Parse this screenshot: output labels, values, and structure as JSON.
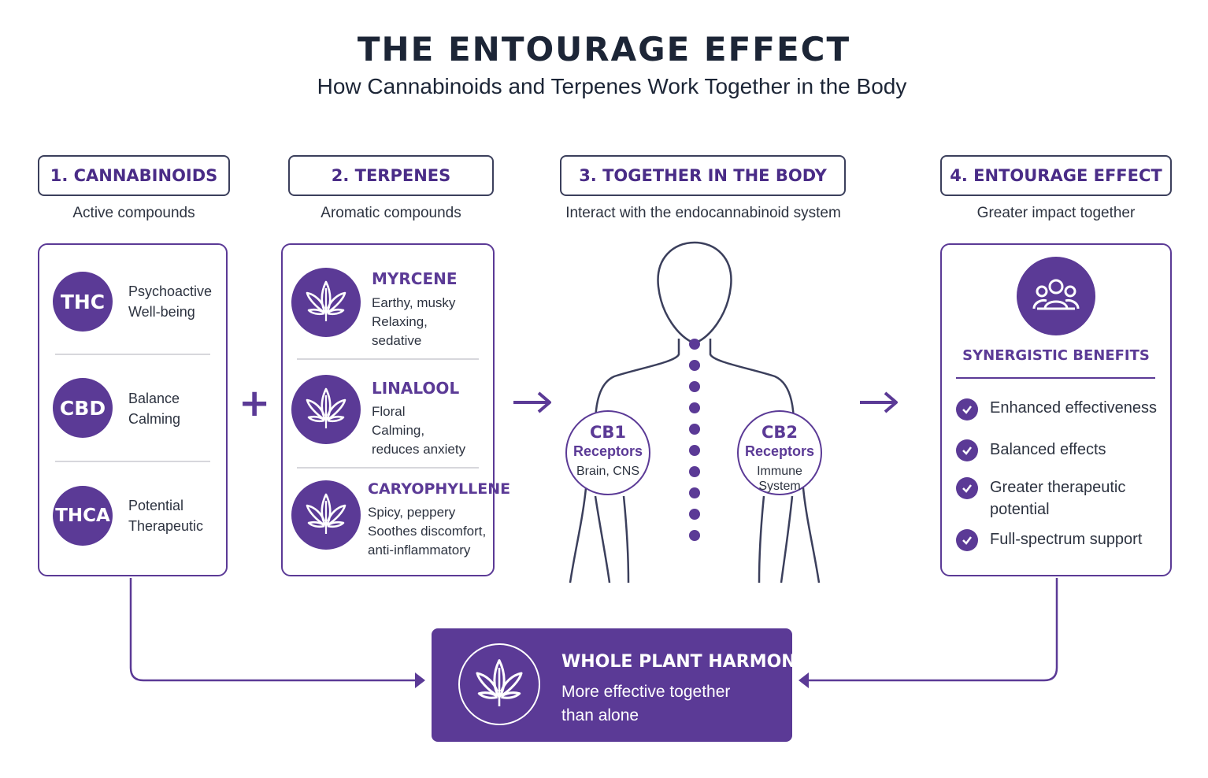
{
  "header": {
    "title": "THE ENTOURAGE EFFECT",
    "subtitle": "How Cannabinoids and Terpenes Work Together in the Body"
  },
  "steps": [
    {
      "label": "1. CANNABINOIDS",
      "sub": "Active compounds"
    },
    {
      "label": "2. TERPENES",
      "sub": "Aromatic compounds"
    },
    {
      "label": "3. TOGETHER IN THE BODY",
      "sub": "Interact with the endocannabinoid system"
    },
    {
      "label": "4. ENTOURAGE EFFECT",
      "sub": "Greater impact together"
    }
  ],
  "cannabinoids": [
    {
      "abbr": "THC",
      "line1": "Psychoactive",
      "line2": "Well-being"
    },
    {
      "abbr": "CBD",
      "line1": "Balance",
      "line2": "Calming"
    },
    {
      "abbr": "THCA",
      "line1": "Potential",
      "line2": "Therapeutic"
    }
  ],
  "operators": {
    "plus": "+"
  },
  "terpenes": [
    {
      "name": "MYRCENE",
      "d1": "Earthy, musky",
      "d2": "Relaxing,",
      "d3": "sedative",
      "icon": "cannabis-leaf-icon"
    },
    {
      "name": "LINALOOL",
      "d1": "Floral",
      "d2": "Calming,",
      "d3": "reduces anxiety",
      "icon": "cannabis-leaf-icon"
    },
    {
      "name": "CARYOPHYLLENE",
      "d1": "Spicy, peppery",
      "d2": "Soothes discomfort,",
      "d3": "anti-inflammatory",
      "icon": "cannabis-leaf-icon"
    }
  ],
  "receptors": [
    {
      "name": "CB1",
      "type": "Receptors",
      "loc1": "Brain, CNS",
      "loc2": ""
    },
    {
      "name": "CB2",
      "type": "Receptors",
      "loc1": "Immune",
      "loc2": "System"
    }
  ],
  "entourage": {
    "icon": "people-group-icon",
    "heading": "SYNERGISTIC BENEFITS",
    "benefits": [
      {
        "l1": "Enhanced effectiveness",
        "l2": ""
      },
      {
        "l1": "Balanced effects",
        "l2": ""
      },
      {
        "l1": "Greater therapeutic",
        "l2": "potential"
      },
      {
        "l1": "Full-spectrum support",
        "l2": ""
      }
    ]
  },
  "harmony": {
    "title": "WHOLE PLANT HARMONY",
    "line1": "More effective together",
    "line2": "than alone",
    "icon": "cannabis-leaf-icon"
  },
  "colors": {
    "accent": "#5b3a96",
    "text": "#1c2536",
    "border": "#3b3f5c"
  }
}
